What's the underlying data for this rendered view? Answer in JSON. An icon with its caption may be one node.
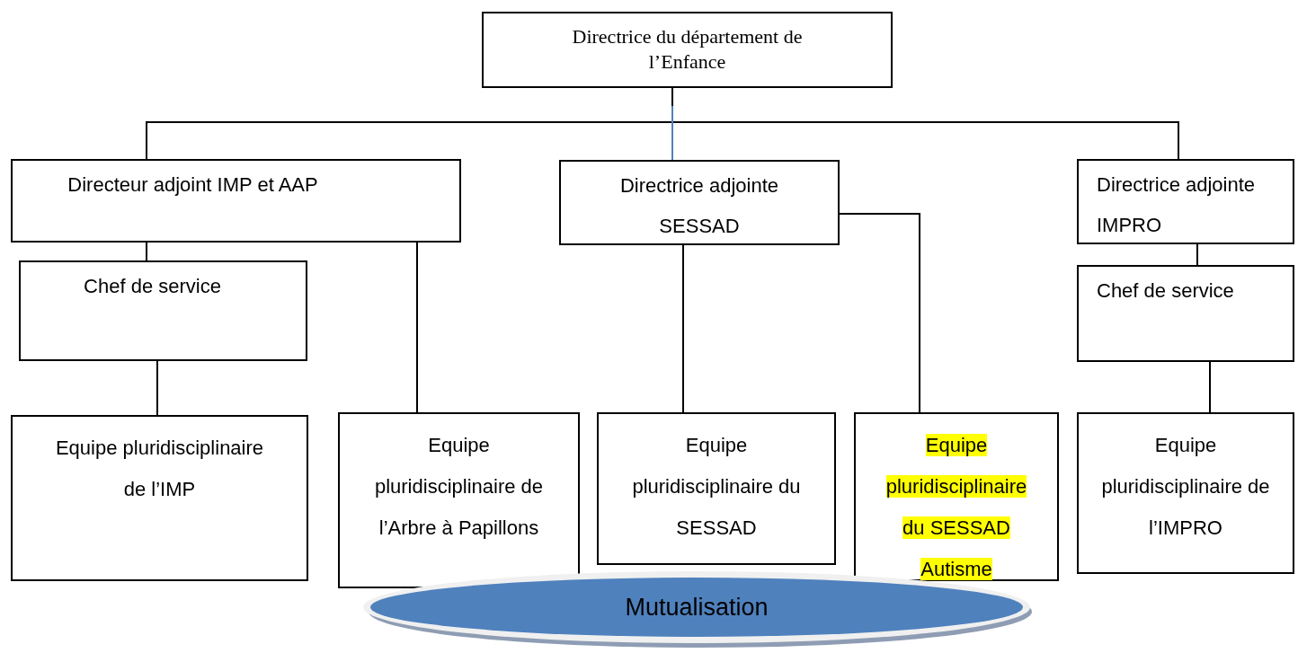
{
  "diagram": {
    "nodes": [
      {
        "text": [
          "Directrice du département de l’Enfance"
        ]
      },
      {
        "text": [
          "Directeur adjoint  IMP et AAP"
        ]
      },
      {
        "text": [
          "Directrice adjointe SESSAD"
        ]
      },
      {
        "text": [
          "Directrice adjointe IMPRO"
        ]
      },
      {
        "text": [
          "Chef de service"
        ]
      },
      {
        "text": [
          "Chef de service"
        ]
      },
      {
        "text": [
          "Equipe pluridisciplinaire de l’IMP"
        ]
      },
      {
        "text": [
          "Equipe pluridisciplinaire de l’Arbre à Papillons"
        ]
      },
      {
        "text": [
          "Equipe pluridisciplinaire du SESSAD"
        ]
      },
      {
        "text": [
          "Equipe pluridisciplinaire du SESSAD Autisme"
        ]
      },
      {
        "text": [
          "Equipe pluridisciplinaire de l’IMPRO"
        ]
      },
      {
        "text": [
          "Mutualisation"
        ]
      }
    ],
    "edges": [
      {
        "from": 0,
        "to": 1,
        "arrow": "none"
      },
      {
        "from": 0,
        "to": 3,
        "arrow": "none"
      },
      {
        "from": 0,
        "to": 2,
        "arrow": "none",
        "color": "#4f81bd"
      },
      {
        "from": 1,
        "to": 4,
        "arrow": "none"
      },
      {
        "from": 1,
        "to": 7,
        "arrow": "none"
      },
      {
        "from": 2,
        "to": 8,
        "arrow": "none"
      },
      {
        "from": 2,
        "to": 9,
        "arrow": "none"
      },
      {
        "from": 3,
        "to": 5,
        "arrow": "none"
      },
      {
        "from": 4,
        "to": 6,
        "arrow": "none"
      },
      {
        "from": 5,
        "to": 10,
        "arrow": "none"
      }
    ]
  }
}
